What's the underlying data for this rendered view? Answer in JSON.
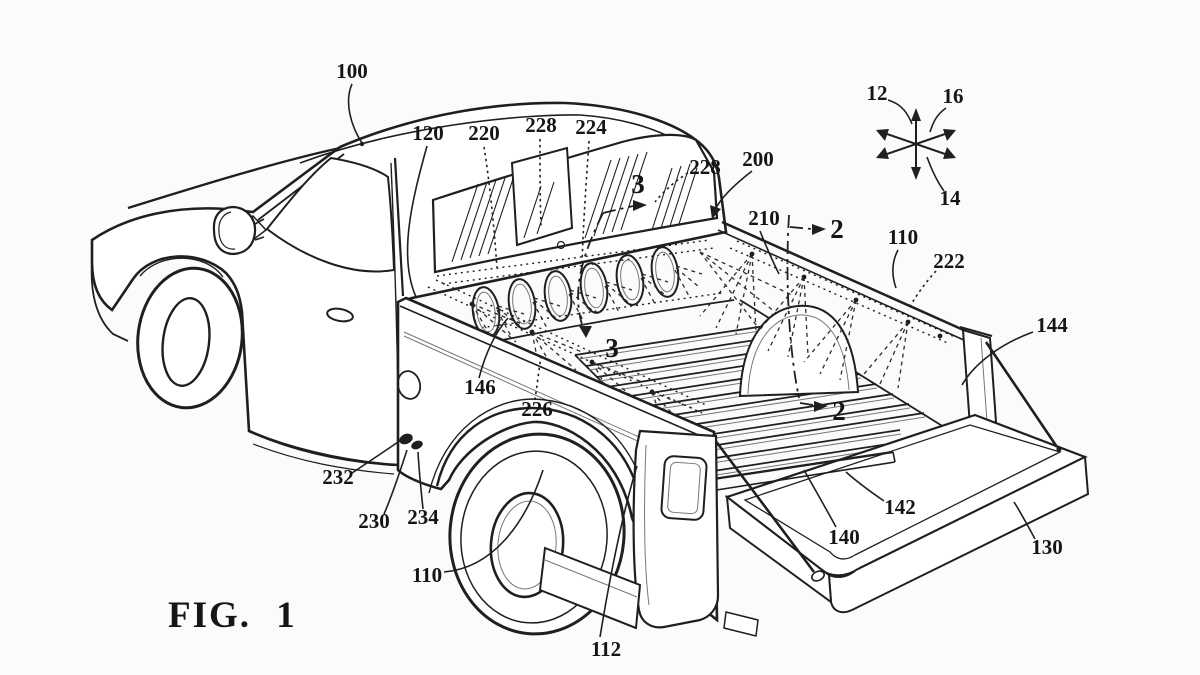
{
  "figure": {
    "caption": "FIG. 1",
    "type": "patent-line-drawing",
    "subject": "pickup truck with open tailgate and truck-bed spray system"
  },
  "colors": {
    "line": "#1f1f1f",
    "label_text": "#151515",
    "background": "#fbfbfb"
  },
  "compass": {
    "c12": "12",
    "c16": "16",
    "c14": "14"
  },
  "section_markers": {
    "s3_top": "3",
    "s3_bed": "3",
    "s2_top": "2",
    "s2_mid": "2"
  },
  "reference_labels": {
    "l100": "100",
    "l120": "120",
    "l220": "220",
    "l228a": "228",
    "l224": "224",
    "l228b": "228",
    "l200": "200",
    "l210": "210",
    "l110a": "110",
    "l222": "222",
    "l144": "144",
    "l146": "146",
    "l226": "226",
    "l232": "232",
    "l230": "230",
    "l234": "234",
    "l110b": "110",
    "l112": "112",
    "l142": "142",
    "l140": "140",
    "l130": "130"
  }
}
